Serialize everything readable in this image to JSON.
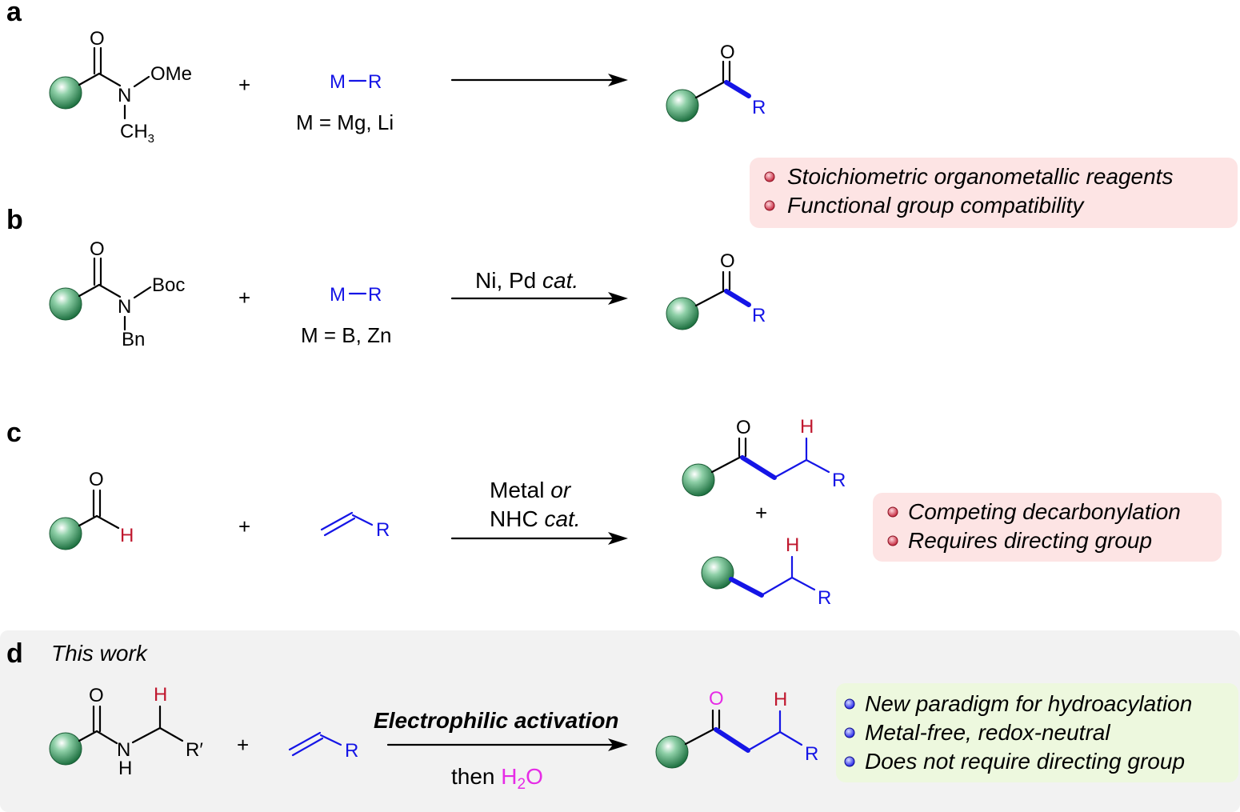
{
  "colors": {
    "blue": "#1515e6",
    "red": "#c0182f",
    "magenta": "#e62ce6",
    "sphere": "#2f9a5c",
    "pink_box": "#fde4e4",
    "green_box": "#edf8de",
    "gray_box": "#f2f2f2"
  },
  "panels": {
    "a": {
      "label": "a",
      "amide": {
        "o": "O",
        "n": "N",
        "ome": "OMe",
        "ch3": "CH",
        "ch3_sub": "3"
      },
      "plus": "+",
      "reagent": {
        "m": "M",
        "r": "R",
        "scope": "M = Mg, Li"
      },
      "product": {
        "o": "O",
        "r": "R"
      }
    },
    "b": {
      "label": "b",
      "amide": {
        "o": "O",
        "n": "N",
        "boc": "Boc",
        "bn": "Bn"
      },
      "plus": "+",
      "reagent": {
        "m": "M",
        "r": "R",
        "scope": "M = B, Zn"
      },
      "conditions": {
        "main": "Ni, Pd ",
        "italic": "cat."
      },
      "product": {
        "o": "O",
        "r": "R"
      },
      "notes": [
        "Stoichiometric organometallic reagents",
        "Functional group compatibility"
      ]
    },
    "c": {
      "label": "c",
      "aldehyde": {
        "o": "O",
        "h": "H"
      },
      "plus": "+",
      "alkene": {
        "r": "R"
      },
      "conditions": {
        "line1": "Metal ",
        "line1_italic": "or",
        "line2": "NHC ",
        "line2_italic": "cat."
      },
      "product1": {
        "o": "O",
        "h": "H",
        "r": "R"
      },
      "product_plus": "+",
      "product2": {
        "h": "H",
        "r": "R"
      },
      "notes": [
        "Competing decarbonylation",
        "Requires directing group"
      ]
    },
    "d": {
      "label": "d",
      "title": "This work",
      "amide": {
        "o": "O",
        "n": "N",
        "nh": "H",
        "h": "H",
        "r": "R′"
      },
      "plus": "+",
      "alkene": {
        "r": "R"
      },
      "conditions": {
        "above": "Electrophilic activation",
        "below": "then ",
        "h": "H",
        "h2_sub": "2",
        "o": "O"
      },
      "product": {
        "o": "O",
        "h": "H",
        "r": "R"
      },
      "notes": [
        "New paradigm for hydroacylation",
        "Metal-free, redox-neutral",
        "Does not require directing group"
      ]
    }
  }
}
